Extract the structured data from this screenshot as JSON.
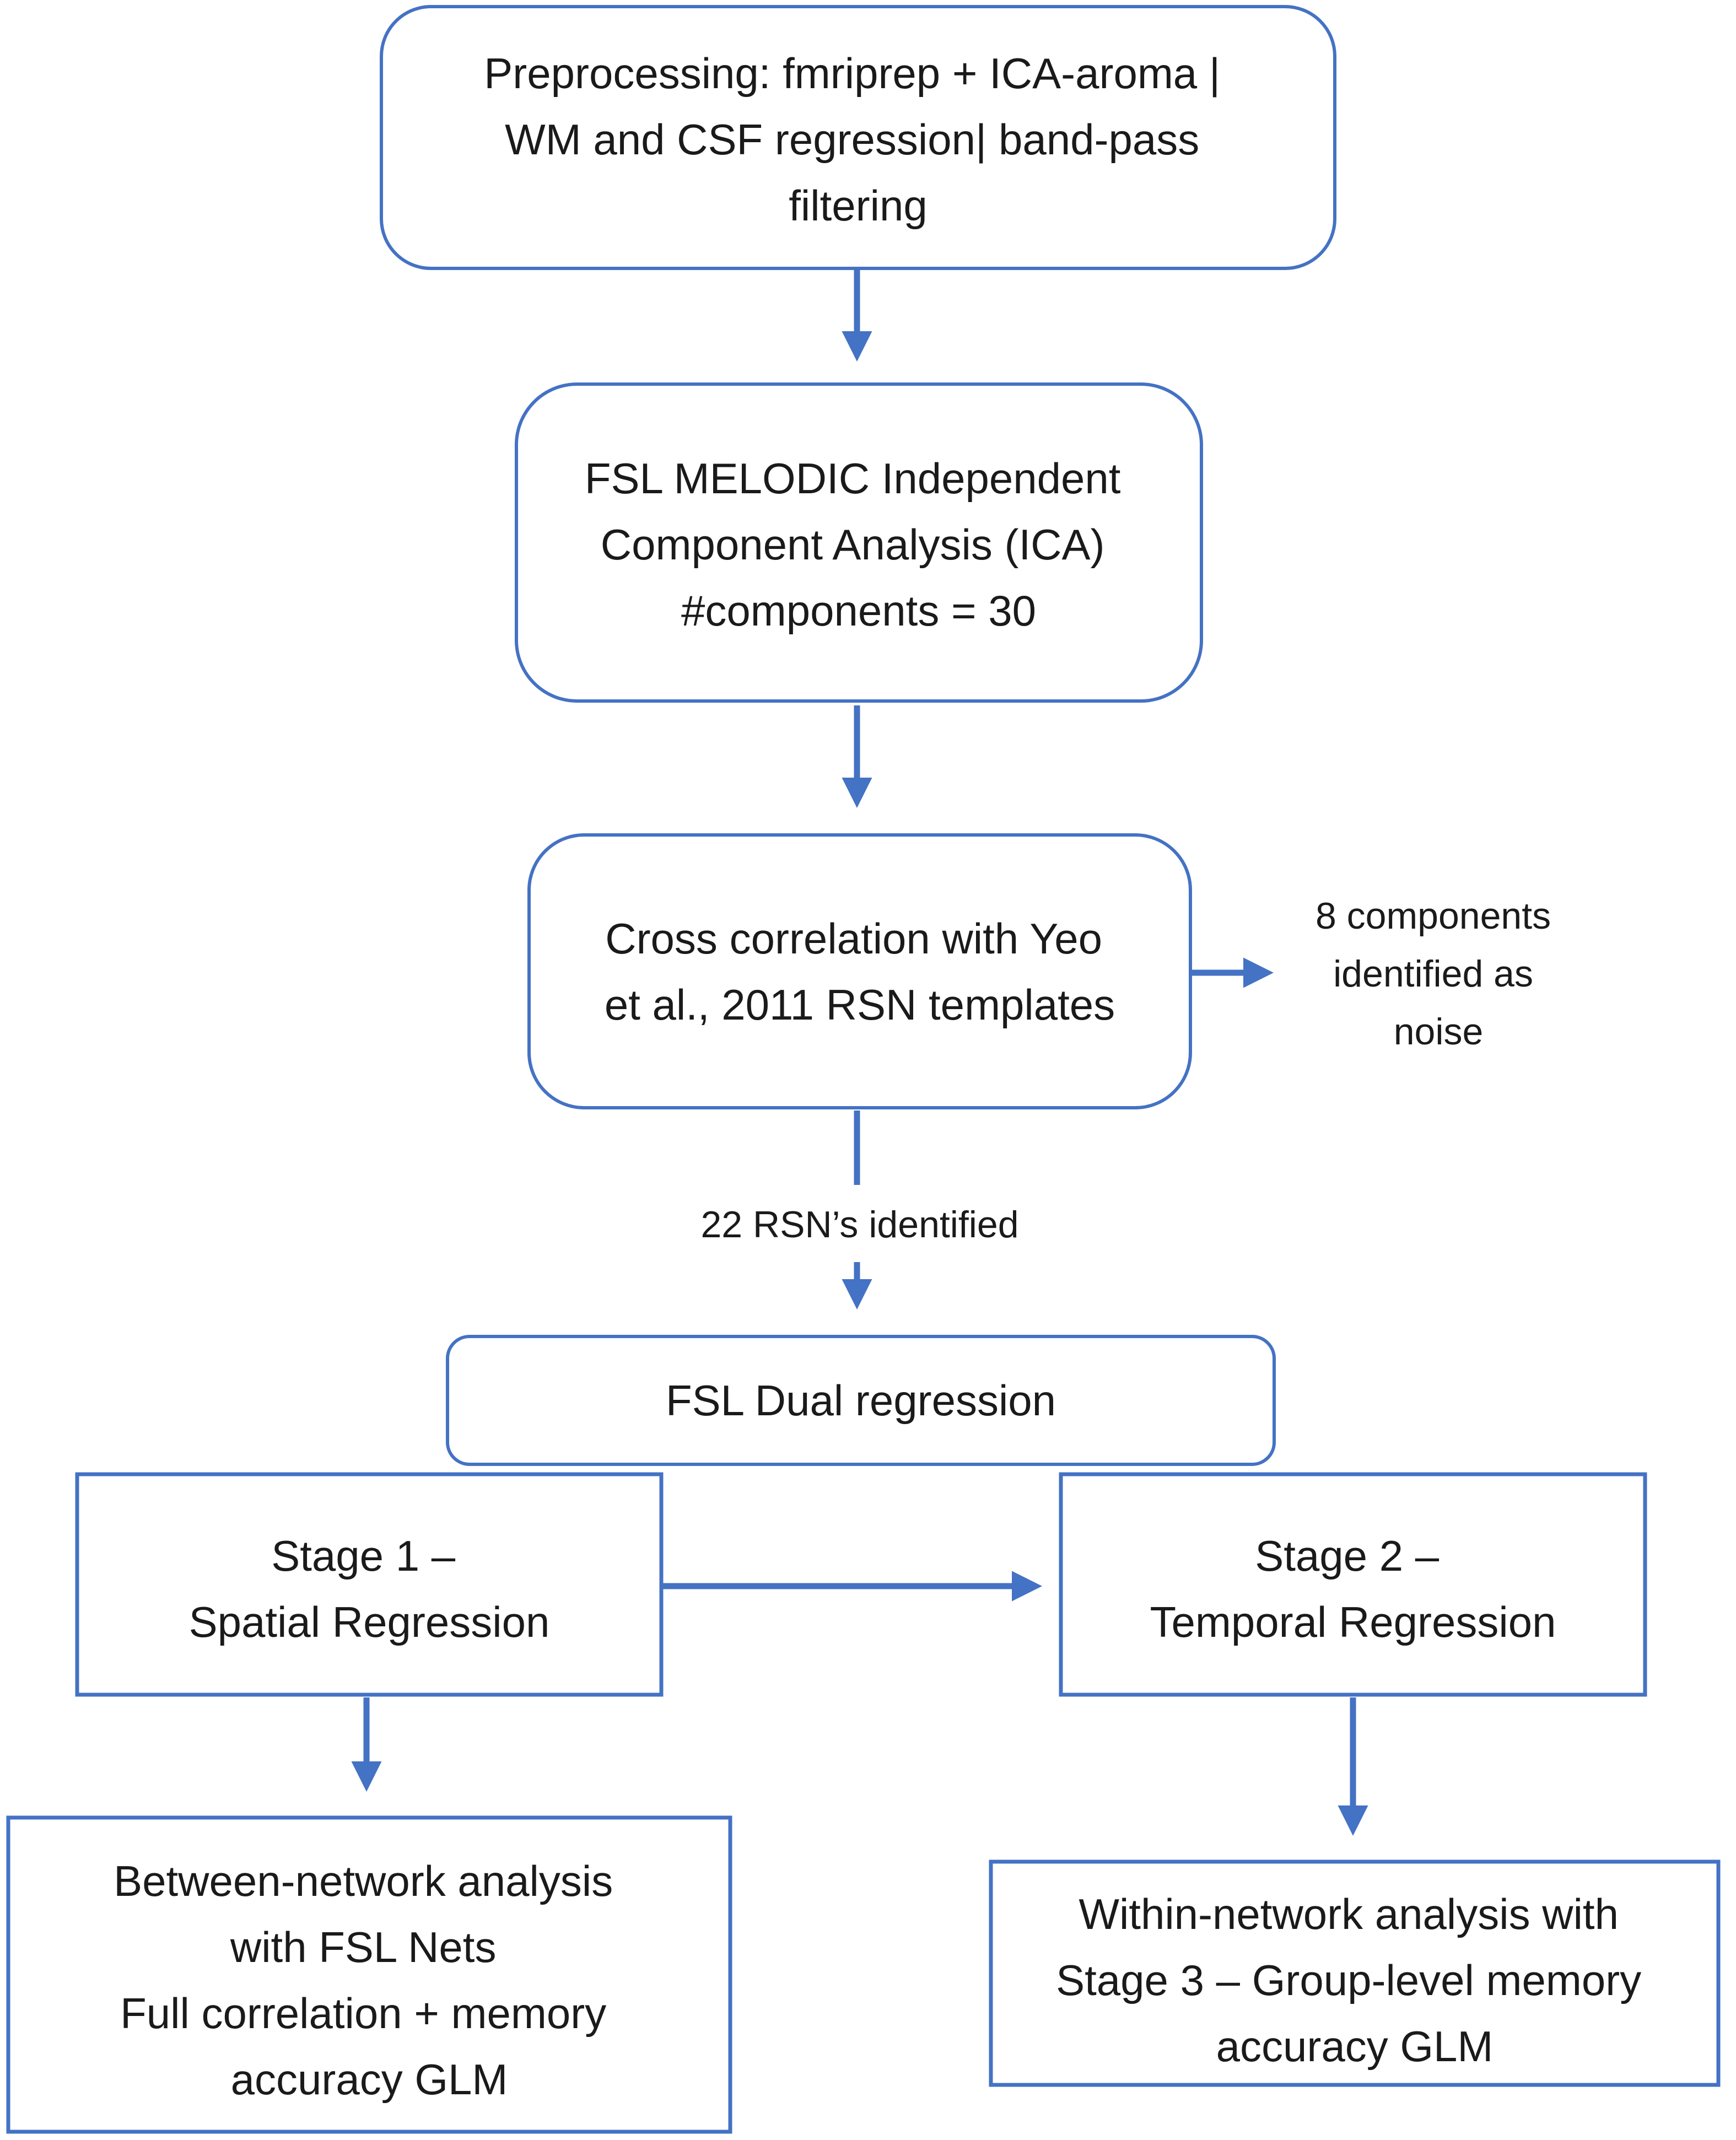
{
  "nodes": {
    "preprocessing": {
      "lines": [
        "Preprocessing: fmriprep + ICA-aroma |",
        "WM and CSF regression| band-pass",
        "filtering"
      ]
    },
    "melodic": {
      "lines": [
        "FSL MELODIC Independent",
        "Component Analysis (ICA)",
        "#components = 30"
      ]
    },
    "cross_correlation": {
      "lines": [
        "Cross correlation with Yeo",
        "et al., 2011 RSN templates"
      ]
    },
    "noise": {
      "lines": [
        "8 components",
        "identified as",
        "noise"
      ]
    },
    "dual_regression": {
      "lines": [
        "FSL Dual regression"
      ]
    },
    "stage1": {
      "lines": [
        "Stage 1 –",
        "Spatial Regression"
      ]
    },
    "stage2": {
      "lines": [
        "Stage 2 –",
        "Temporal Regression"
      ]
    },
    "between_network": {
      "lines": [
        "Between-network analysis",
        "with FSL Nets",
        "Full correlation + memory",
        "accuracy GLM"
      ]
    },
    "within_network": {
      "lines": [
        "Within-network analysis with",
        "Stage 3 – Group-level memory",
        "accuracy GLM"
      ]
    }
  },
  "edge_labels": {
    "rsn_identified": "22 RSN’s identified"
  },
  "colors": {
    "accent": "#4472c4",
    "text": "#1a1a1a",
    "background": "#ffffff"
  }
}
